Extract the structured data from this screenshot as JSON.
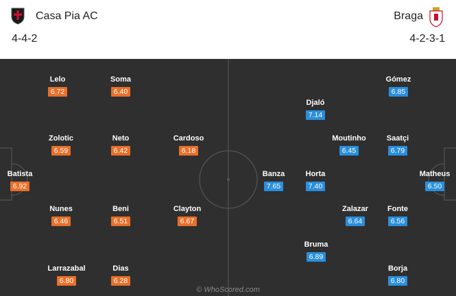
{
  "colors": {
    "home_rating": "#e8702a",
    "away_rating": "#2a8fdb",
    "pitch": "#2f2f2f"
  },
  "home": {
    "name": "Casa Pia AC",
    "formation": "4-4-2",
    "crest_icon": "casa-pia-crest-icon",
    "players": [
      {
        "name": "Batista",
        "rating": "6.92"
      },
      {
        "name": "Lelo",
        "rating": "6.72"
      },
      {
        "name": "Zolotic",
        "rating": "6.59"
      },
      {
        "name": "Nunes",
        "rating": "6.46"
      },
      {
        "name": "Larrazabal",
        "rating": "6.80"
      },
      {
        "name": "Soma",
        "rating": "6.40"
      },
      {
        "name": "Neto",
        "rating": "6.42"
      },
      {
        "name": "Beni",
        "rating": "6.51"
      },
      {
        "name": "Dias",
        "rating": "6.28"
      },
      {
        "name": "Cardoso",
        "rating": "6.18"
      },
      {
        "name": "Clayton",
        "rating": "6.67"
      }
    ]
  },
  "away": {
    "name": "Braga",
    "formation": "4-2-3-1",
    "crest_icon": "braga-crest-icon",
    "players": [
      {
        "name": "Matheus",
        "rating": "6.50"
      },
      {
        "name": "Gómez",
        "rating": "6.85"
      },
      {
        "name": "Saatçi",
        "rating": "6.79"
      },
      {
        "name": "Fonte",
        "rating": "6.56"
      },
      {
        "name": "Borja",
        "rating": "6.80"
      },
      {
        "name": "Moutinho",
        "rating": "6.45"
      },
      {
        "name": "Zalazar",
        "rating": "6.64"
      },
      {
        "name": "Djaló",
        "rating": "7.14"
      },
      {
        "name": "Horta",
        "rating": "7.40"
      },
      {
        "name": "Bruma",
        "rating": "6.89"
      },
      {
        "name": "Banza",
        "rating": "7.65"
      }
    ]
  },
  "watermark": "© WhoScored.com"
}
